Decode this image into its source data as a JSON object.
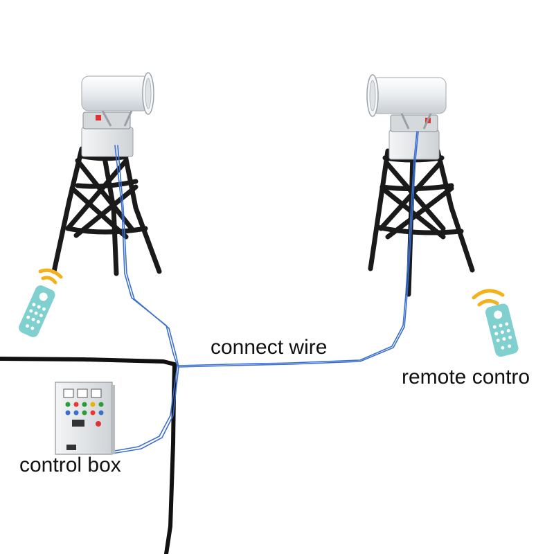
{
  "labels": {
    "connect_wire": "connect wire",
    "remote_control": "remote contro",
    "control_box": "control box"
  },
  "colors": {
    "wire": "#3b6fd0",
    "boundary_line": "#111111",
    "tripod": "#1a1a1a",
    "cannon_body": "#eef0f2",
    "remote_body": "#7fd0cf",
    "signal_waves": "#f3b21c",
    "control_box_body": "#e2e4e6"
  },
  "icons": [
    "mist-cannon-left",
    "mist-cannon-right",
    "remote-control-left",
    "remote-control-right",
    "control-box"
  ]
}
